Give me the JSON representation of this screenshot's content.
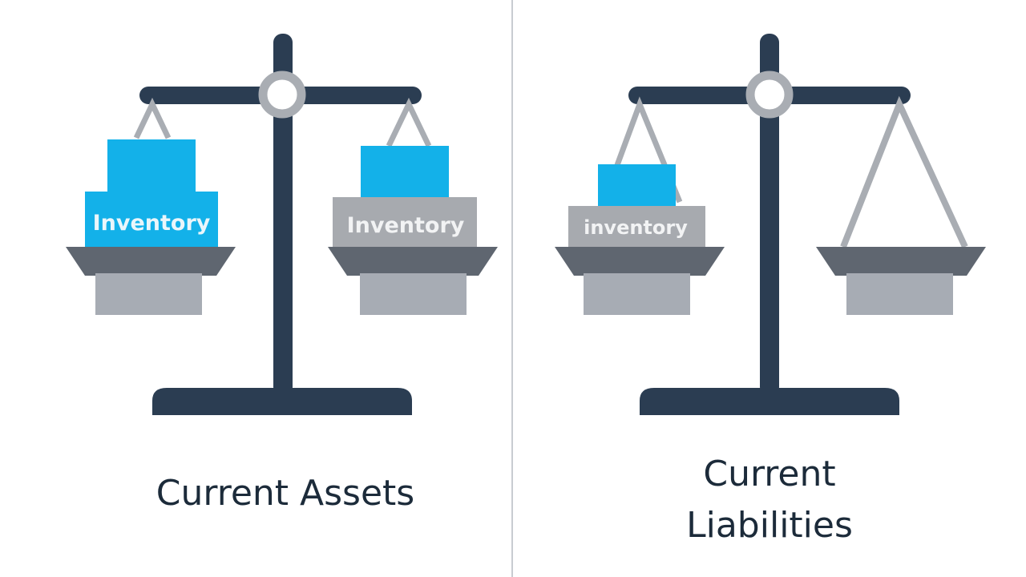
{
  "colors": {
    "background": "#ffffff",
    "frame": "#2b3d52",
    "pan": "#5f6670",
    "pan_base": "#a7acb4",
    "string": "#a9adb3",
    "pivot_ring": "#a9adb3",
    "box_blue": "#13b1e9",
    "box_grey": "#a7aaaf",
    "text_dark": "#1c2b3a",
    "divider": "#c8ccd1"
  },
  "left_scale": {
    "caption": "Current Assets",
    "left_pan_label": "Inventory",
    "right_pan_label": "Inventory"
  },
  "right_scale": {
    "caption_line1": "Current",
    "caption_line2": "Liabilities",
    "left_pan_label": "inventory"
  }
}
